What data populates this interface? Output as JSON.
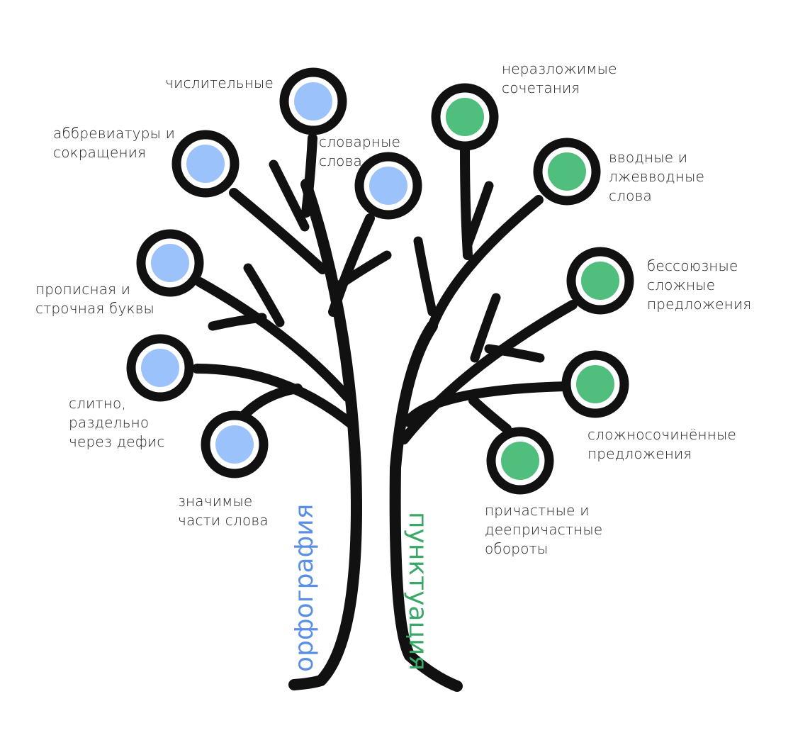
{
  "colors": {
    "stroke": "#111111",
    "ring_fill": "#ffffff",
    "orthography_dot": "#9cc2fb",
    "punctuation_dot": "#50be7c",
    "orthography_text": "#5b8fe6",
    "punctuation_text": "#3aa868"
  },
  "trunks": {
    "left": "орфография",
    "right": "пунктуация"
  },
  "orthography_topics": [
    "числительные",
    "аббревиатуры и\nсокращения",
    "словарные\nслова",
    "прописная и\nстрочная буквы",
    "слитно,\nраздельно\nчерез дефис",
    "значимые\nчасти слова"
  ],
  "punctuation_topics": [
    "неразложимые\nсочетания",
    "вводные и\nлжевводные\nслова",
    "бессоюзные\nсложные\nпредложения",
    "сложносочинённые\nпредложения",
    "причастные и\nдеепричастные\nобороты"
  ]
}
